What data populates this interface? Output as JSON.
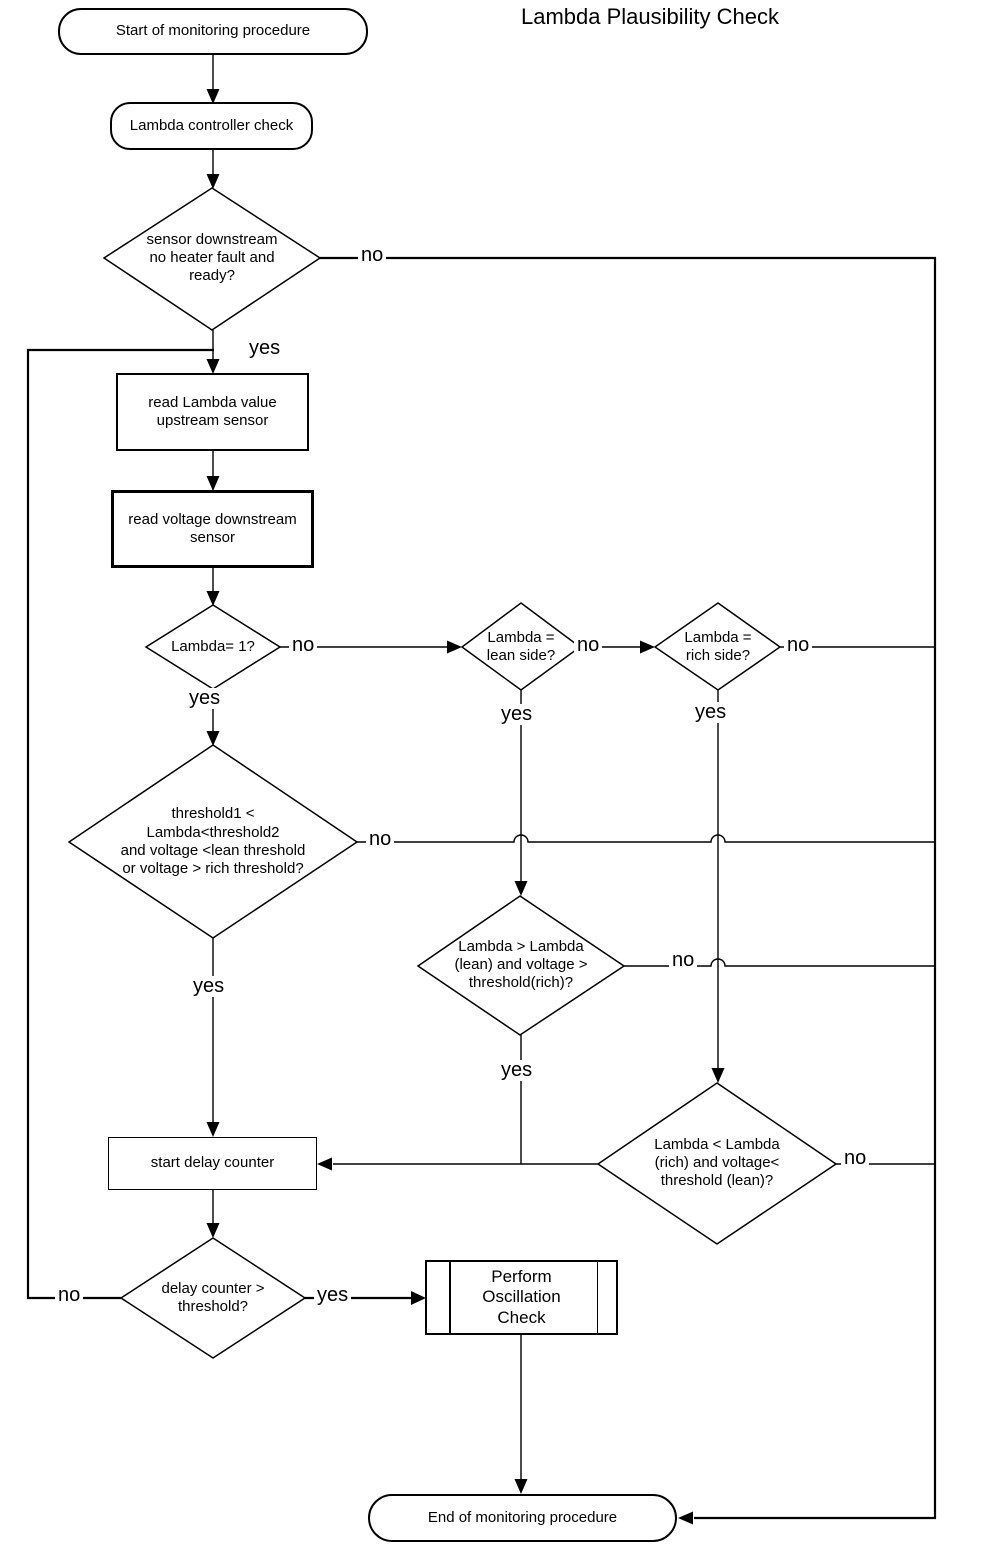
{
  "title": "Lambda Plausibility Check",
  "nodes": {
    "start": {
      "label": "Start of monitoring procedure"
    },
    "controller_check": {
      "label": "Lambda controller check"
    },
    "sensor_ready": {
      "label": "sensor downstream\nno heater fault and\nready?"
    },
    "read_lambda": {
      "label": "read Lambda value\nupstream sensor"
    },
    "read_voltage": {
      "label": "read voltage downstream\nsensor"
    },
    "lambda_one": {
      "label": "Lambda= 1?"
    },
    "lean_side": {
      "label": "Lambda =\nlean side?"
    },
    "rich_side": {
      "label": "Lambda =\nrich side?"
    },
    "threshold_window": {
      "label": "threshold1 <\nLambda<threshold2\nand voltage <lean threshold\nor voltage > rich threshold?"
    },
    "lambda_gt": {
      "label": "Lambda > Lambda\n(lean) and voltage >\nthreshold(rich)?"
    },
    "lambda_lt": {
      "label": "Lambda < Lambda\n(rich) and voltage<\nthreshold (lean)?"
    },
    "start_delay": {
      "label": "start delay counter"
    },
    "delay_gt": {
      "label": "delay counter >\nthreshold?"
    },
    "oscillation": {
      "label": "Perform\nOscillation\nCheck"
    },
    "end": {
      "label": "End of monitoring procedure"
    }
  },
  "edges": {
    "sensor_ready_no": "no",
    "sensor_ready_yes": "yes",
    "lambda_one_no": "no",
    "lambda_one_yes": "yes",
    "lean_no": "no",
    "lean_yes": "yes",
    "rich_no": "no",
    "rich_yes": "yes",
    "threshold_no": "no",
    "threshold_yes": "yes",
    "lambda_gt_no": "no",
    "lambda_gt_yes": "yes",
    "lambda_lt_no": "no",
    "delay_no": "no",
    "delay_yes": "yes"
  },
  "colors": {
    "line": "#000000",
    "background": "#ffffff"
  }
}
